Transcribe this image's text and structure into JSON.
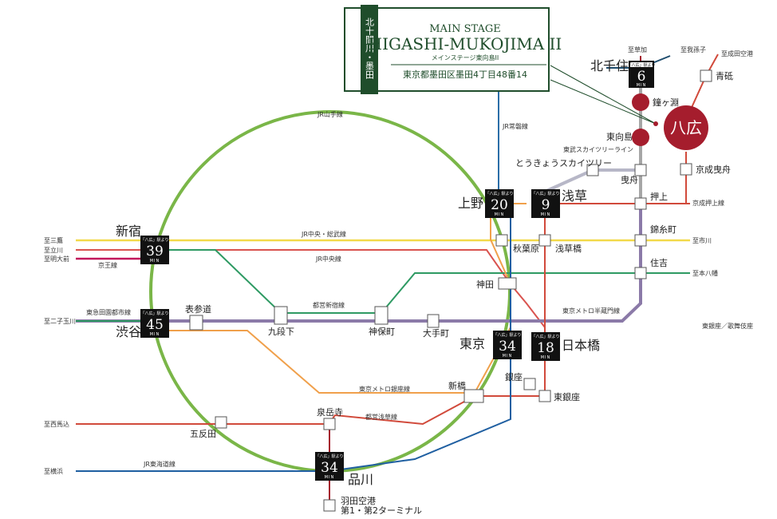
{
  "title": {
    "line1": "MAIN STAGE",
    "line2": "HIGASHI-MUKOJIMA II",
    "kana": "メインステージ東向島II",
    "address": "東京都墨田区墨田4丁目48番14",
    "logo": "北十間川・墨田",
    "accent": "#1f4d2b"
  },
  "colors": {
    "yamanote": "#7ab648",
    "chuo_sobu": "#f2d94a",
    "chuo": "#d9534f",
    "keio": "#c2185b",
    "den_en_toshi": "#2e9a63",
    "shinjuku_line": "#6cc27a",
    "hanzomon": "#8b7aa8",
    "ginza": "#f0a04b",
    "asakusa_line": "#d14a3b",
    "hibiya": "#a6a6a6",
    "joban": "#2b6ea8",
    "tokaido": "#1f5fa1",
    "keisei": "#d14a3b",
    "skytree": "#a6a6a6",
    "target": "#a51d2d"
  },
  "lines": {
    "yamanote": "JR山手線",
    "joban": "JR常磐線",
    "skytree": "東武スカイツリーライン",
    "chuo_sobu": "JR中央・総武線",
    "chuo": "JR中央線",
    "keio": "京王線",
    "den_en_toshi": "東急田園都市線",
    "shinjuku_line": "都営新宿線",
    "hanzomon": "東京メトロ半蔵門線",
    "ginza": "東京メトロ銀座線",
    "asakusa_line": "都営浅草線",
    "tokaido": "JR東海道線",
    "keisei_oshiage": "京成押上線"
  },
  "termini": {
    "mitaka": "至三鷹",
    "tachikawa": "至立川",
    "meidaimae": "至明大前",
    "futakotamagawa": "至二子玉川",
    "nishimagome": "至西馬込",
    "yokohama": "至横浜",
    "soka": "至草加",
    "abiko": "至我孫子",
    "narita": "至成田空港",
    "ichikawa": "至市川",
    "motoyawata": "至本八幡",
    "ginza_higashiginza": "東銀座／歌舞伎座"
  },
  "stations": {
    "shinjuku": "新宿",
    "shibuya": "渋谷",
    "ueno": "上野",
    "asakusa": "浅草",
    "tokyo": "東京",
    "nihombashi": "日本橋",
    "shinagawa": "品川",
    "kitasenju": "北千住",
    "kanegafuchi": "鐘ヶ淵",
    "higashimukojima": "東向島",
    "yahiro": "八広",
    "aoto": "青砥",
    "keisei_hikifune": "京成曳舟",
    "tokyo_skytree": "とうきょうスカイツリー",
    "hikifune": "曳舟",
    "oshiage": "押上",
    "kinshicho": "錦糸町",
    "sumiyoshi": "住吉",
    "akihabara": "秋葉原",
    "asakusabashi": "浅草橋",
    "kanda": "神田",
    "omotesando": "表参道",
    "kudanshita": "九段下",
    "jimbocho": "神保町",
    "otemachi": "大手町",
    "shimbashi": "新橋",
    "ginza": "銀座",
    "higashiginza": "東銀座",
    "sengakuji": "泉岳寺",
    "gotanda": "五反田",
    "haneda": "羽田空港",
    "haneda_terminal": "第1・第2ターミナル"
  },
  "badges": {
    "top_label": "「八広」駅より",
    "kitasenju_top": "「八広」駅より",
    "unit": "MIN",
    "kitasenju": "6",
    "ueno": "20",
    "asakusa": "9",
    "shinjuku": "39",
    "shibuya": "45",
    "tokyo": "34",
    "nihombashi": "18",
    "shinagawa": "34"
  }
}
